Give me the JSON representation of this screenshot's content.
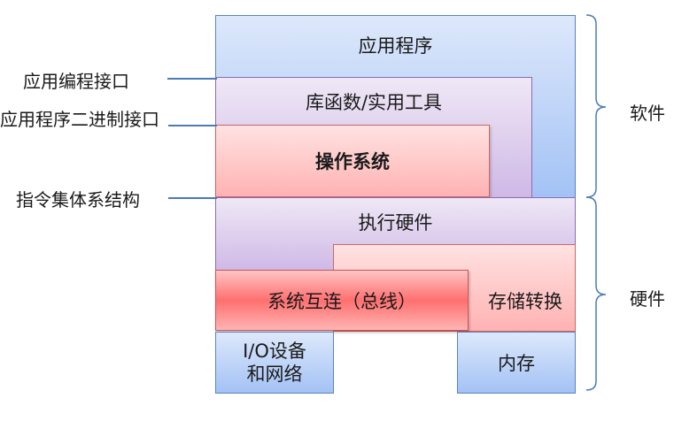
{
  "layers": {
    "application": "应用程序",
    "library": "库函数/实用工具",
    "os": "操作系统",
    "execution_hw": "执行硬件",
    "memory_translation": "存储转换",
    "interconnect": "系统互连（总线）",
    "io_line1": "I/O设备",
    "io_line2": "和网络",
    "main_memory": "内存"
  },
  "interfaces": {
    "api": "应用编程接口",
    "abi": "应用程序二进制接口",
    "isa": "指令集体系结构"
  },
  "groups": {
    "software": "软件",
    "hardware": "硬件"
  },
  "colors": {
    "blue": "#a3c2f5",
    "purple": "#cfb8e6",
    "pink": "#ffb2b2",
    "red": "#ff7070",
    "connector": "#4a7ab8"
  }
}
